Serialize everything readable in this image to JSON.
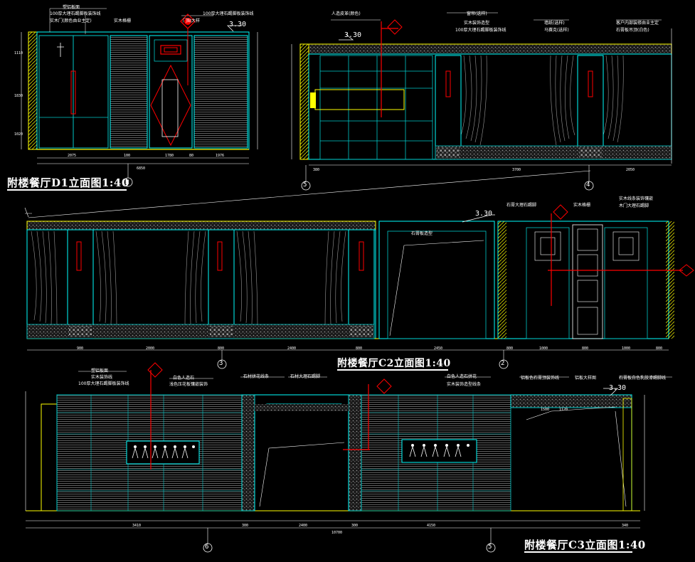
{
  "drawings": [
    {
      "title": "附楼餐厅D1立面图1:40",
      "grid_marks": [
        "H"
      ],
      "level": "3.30",
      "notes": [
        "塑铝板面",
        "100厚大理石踢脚板装饰线",
        "实木门(颜色由业主定)",
        "实木格栅",
        "门贴大样",
        "100厚大理石踢脚板装饰线"
      ],
      "dims_bottom": [
        "2075",
        "100",
        "1780",
        "80",
        "1976"
      ],
      "total": "6850",
      "dims_left": [
        "1110",
        "1830",
        "1020"
      ]
    },
    {
      "title": "附楼餐厅C2立面图1:40",
      "grid_marks": [
        "5",
        "4",
        "3",
        "2"
      ],
      "level": "3.30",
      "notes_upper": [
        "人造皮革(颜色)",
        "窗帘(选样)",
        "实木装饰造型",
        "100厚大理石踢脚板装饰线",
        "墙纸(选样)",
        "马赛克(选样)",
        "客户内部装修由业主定",
        "石膏板吊顶(白色)"
      ],
      "notes_lower": [
        "石膏大理石踢脚",
        "实木格栅",
        "实木线条装饰镶嵌",
        "木门大理石踢脚",
        "石膏板造型"
      ],
      "dims_upper": [
        "380",
        "3700",
        "2050"
      ],
      "dims_lower": [
        "900",
        "2000",
        "800",
        "2400",
        "800",
        "2450",
        "800",
        "1000",
        "800",
        "1000",
        "800"
      ]
    },
    {
      "title": "附楼餐厅C3立面图1:40",
      "grid_marks": [
        "6",
        "5"
      ],
      "level": "3.30",
      "notes": [
        "塑铝板面",
        "实木装饰线",
        "100厚大理石踢脚板装饰线",
        "白色人造石",
        "浅色压花板镶嵌装饰",
        "石材拼花线条",
        "石材大理石踢脚",
        "白色人造石拼花",
        "实木装饰造型线条",
        "铝板色石膏顶装饰线",
        "铝板大样图",
        "石膏板白色乳胶漆踢脚线"
      ],
      "dims_bottom": [
        "3410",
        "300",
        "2400",
        "300",
        "4150",
        "340"
      ],
      "total": "10700",
      "dims_inner": [
        "1500",
        "1120"
      ]
    }
  ],
  "colors": {
    "background": "#000000",
    "primary_line": "#00ffff",
    "secondary_line": "#00c8c8",
    "accent": "#ffff00",
    "section": "#ff0000",
    "text": "#ffffff",
    "hatch": "#808080"
  }
}
